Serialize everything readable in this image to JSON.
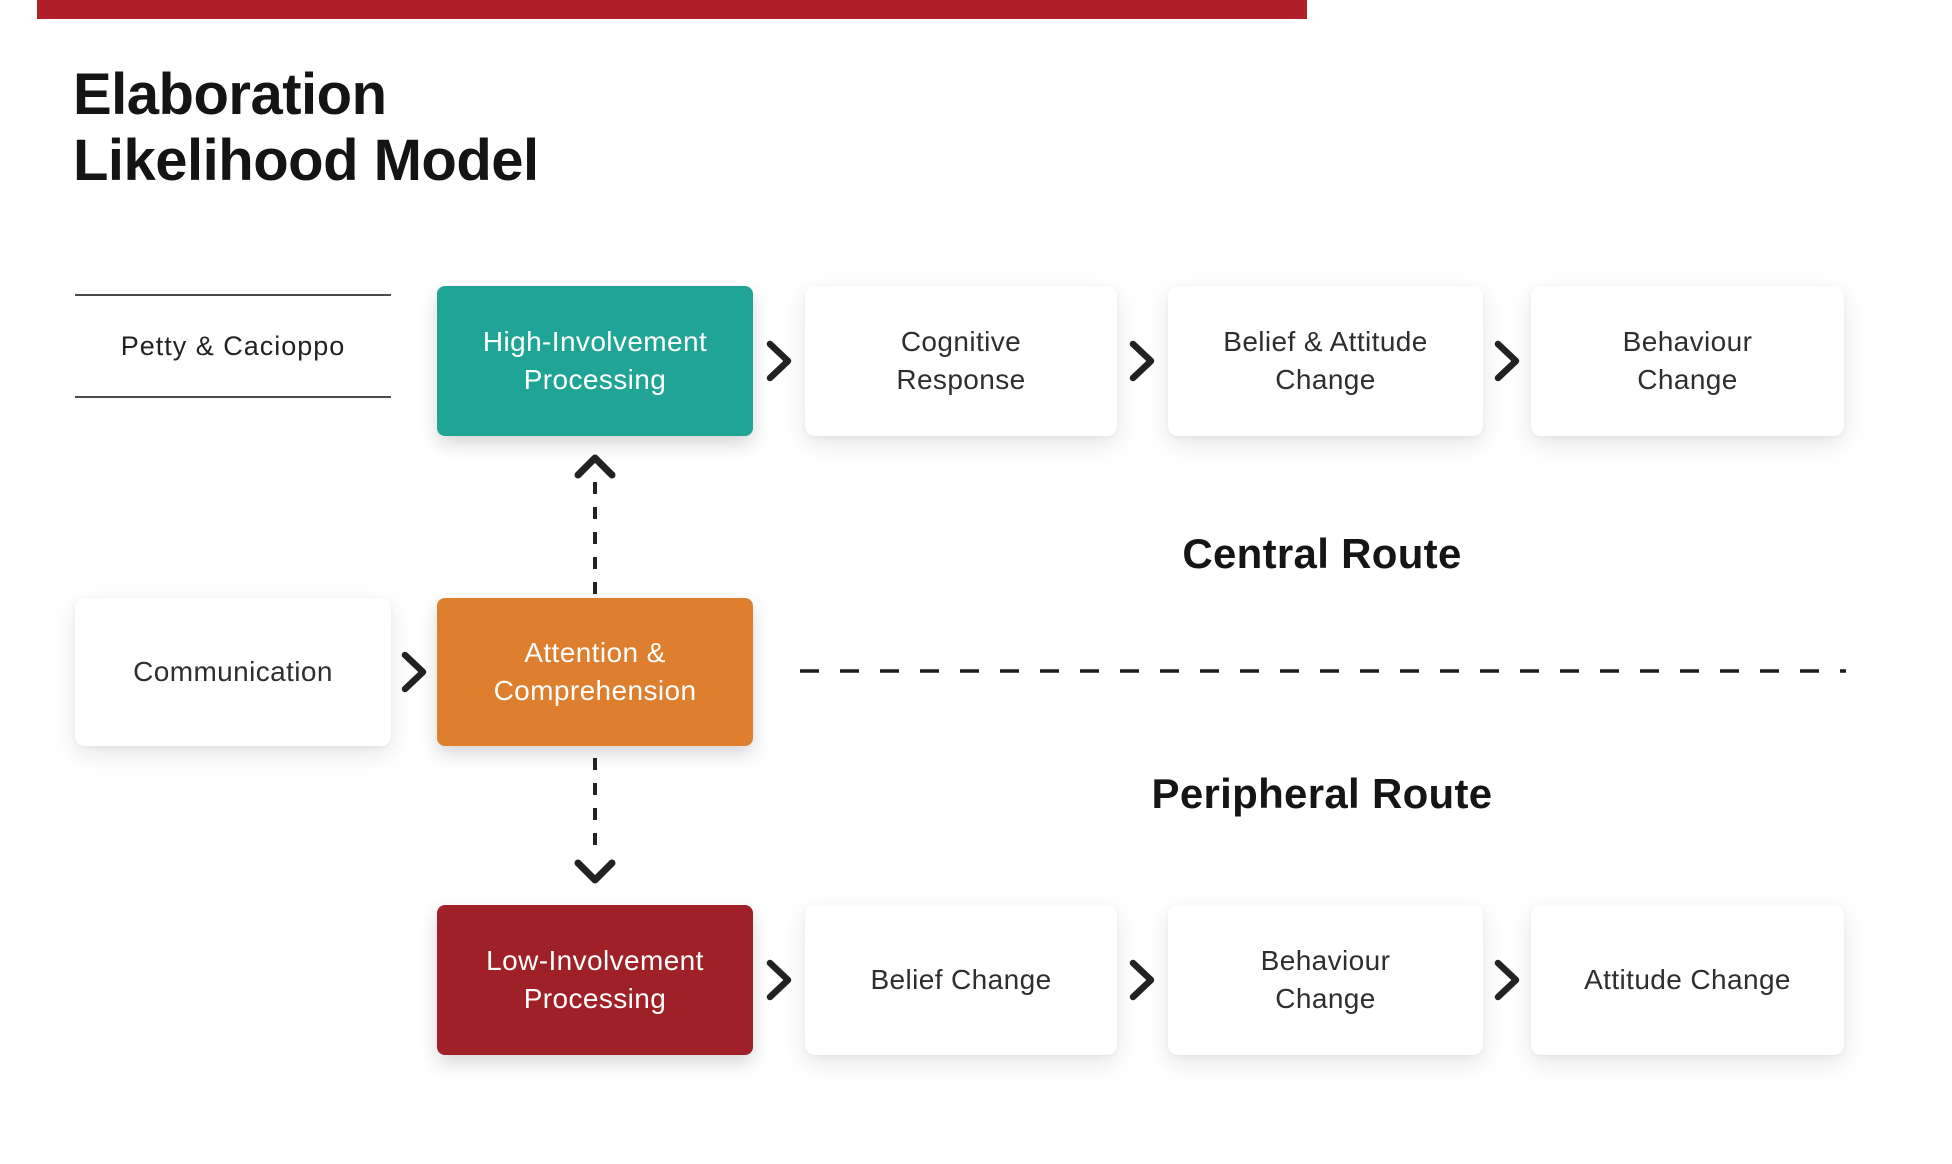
{
  "title": {
    "text": "Elaboration\nLikelihood Model"
  },
  "attribution": {
    "text": "Petty & Cacioppo"
  },
  "routes": {
    "central": "Central Route",
    "peripheral": "Peripheral Route"
  },
  "flow": {
    "input": {
      "label": "Communication"
    },
    "process": {
      "label": "Attention &\nComprehension"
    },
    "central_route": {
      "steps": [
        "High-Involvement\nProcessing",
        "Cognitive\nResponse",
        "Belief & Attitude\nChange",
        "Behaviour\nChange"
      ]
    },
    "peripheral_route": {
      "steps": [
        "Low-Involvement\nProcessing",
        "Belief Change",
        "Behaviour\nChange",
        "Attitude Change"
      ]
    }
  },
  "colors": {
    "accent_bar": "#b01e28",
    "high_involvement": "#20a496",
    "attention": "#dd7f2e",
    "low_involvement": "#a02027",
    "arrow": "#222222",
    "text_dark": "#1d1d1d"
  },
  "icons": {
    "flow_connector": "chevron-right",
    "to_central": "chevron-up",
    "to_peripheral": "chevron-down"
  }
}
